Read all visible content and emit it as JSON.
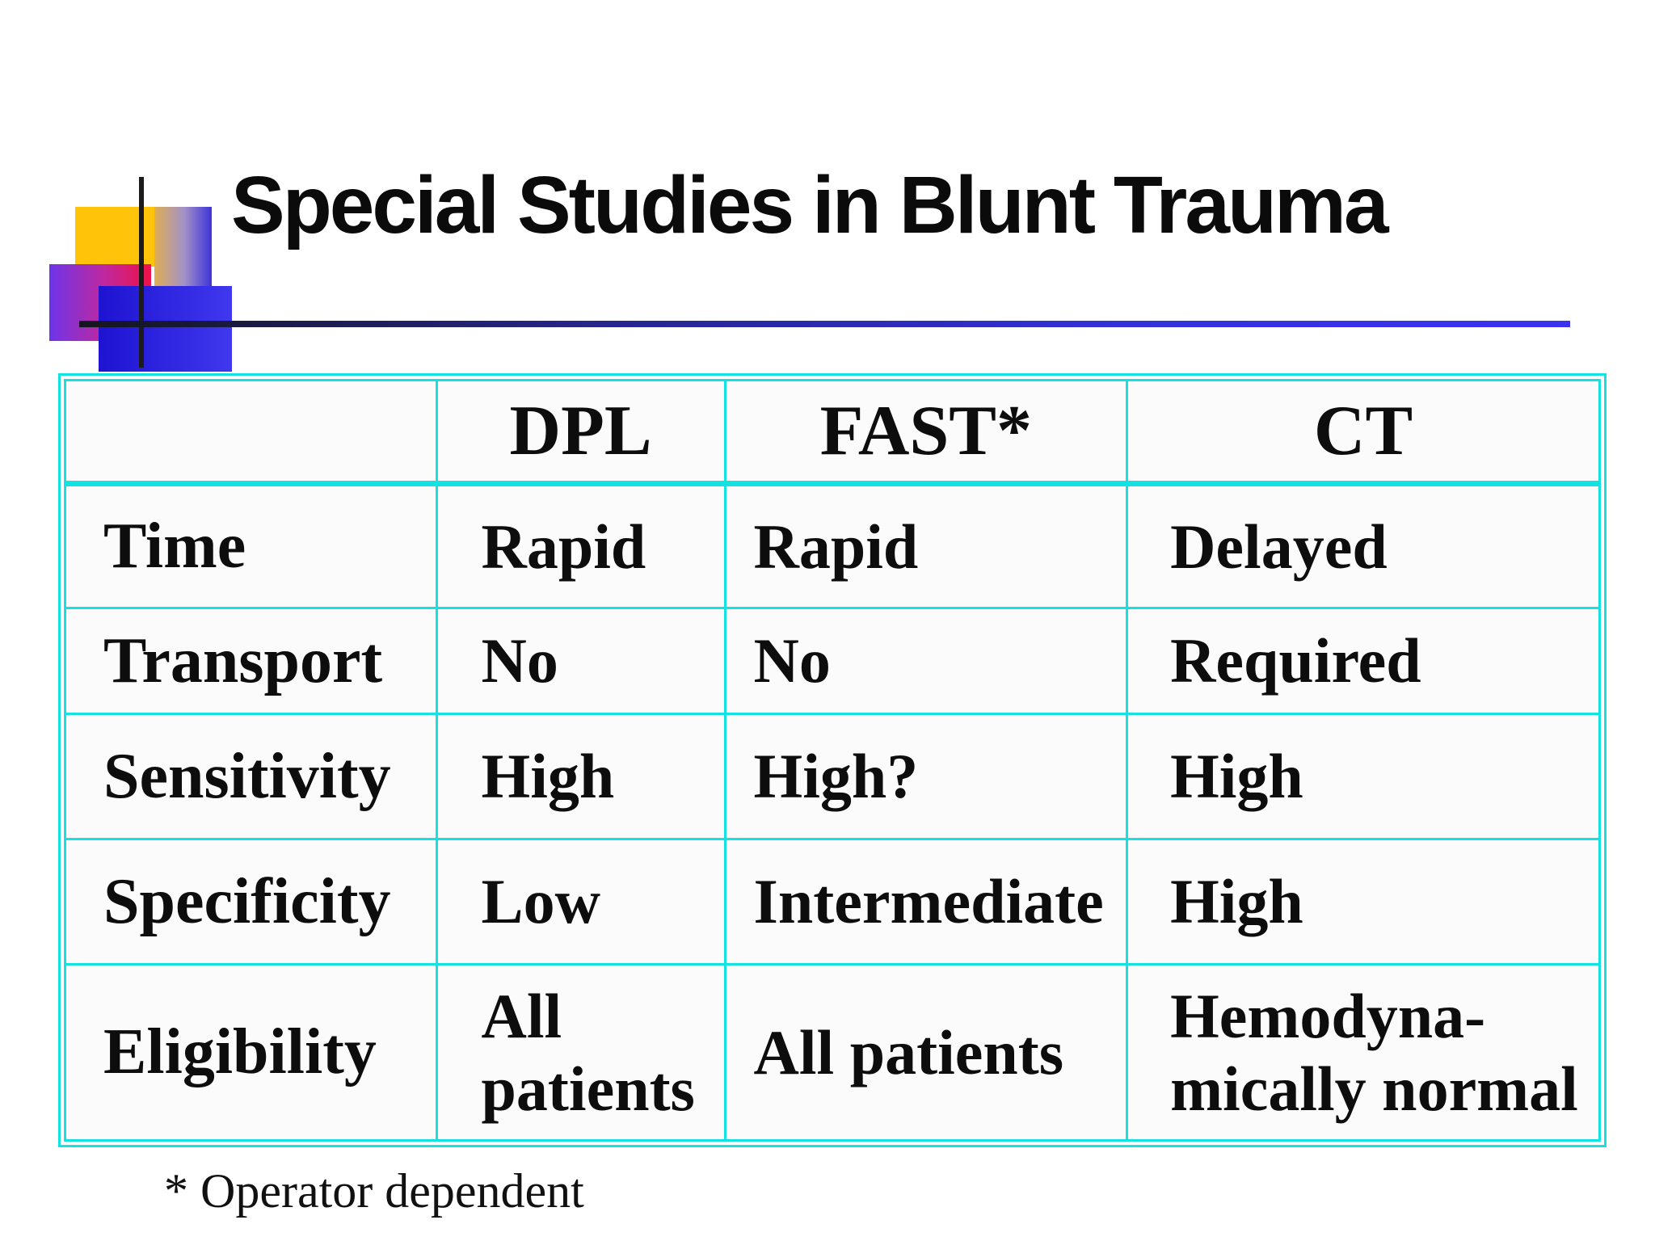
{
  "slide": {
    "title": "Special Studies in Blunt Trauma",
    "footnote": "* Operator dependent"
  },
  "table": {
    "corner_label": "",
    "columns": [
      "DPL",
      "FAST*",
      "CT"
    ],
    "rows": [
      {
        "label": "Time",
        "dpl": "Rapid",
        "fast": "Rapid",
        "ct": "Delayed"
      },
      {
        "label": "Transport",
        "dpl": "No",
        "fast": "No",
        "ct": "Required"
      },
      {
        "label": "Sensitivity",
        "dpl": "High",
        "fast": "High?",
        "ct": "High"
      },
      {
        "label": "Specificity",
        "dpl": "Low",
        "fast": "Intermediate",
        "ct": "High"
      },
      {
        "label": "Eligibility",
        "dpl": "All\npatients",
        "fast": "All patients",
        "ct": "Hemodyna-\nmically normal"
      }
    ]
  },
  "colors": {
    "table_border": "#14e2e2",
    "cell_background": "#fbfbfb",
    "text": "#0d0d0d",
    "rule_gradient_start": "#15151f",
    "rule_gradient_end": "#3d31f2",
    "logo_yellow": "#ffc409",
    "logo_gradient_left": "#dfae52",
    "logo_gradient_right": "#3d35d8",
    "logo_magenta_left": "#6d35e9",
    "logo_magenta_right": "#ef1147",
    "logo_blue_left": "#1d13d1",
    "logo_blue_right": "#3f38ee",
    "crosshair": "#1b1b1b"
  }
}
